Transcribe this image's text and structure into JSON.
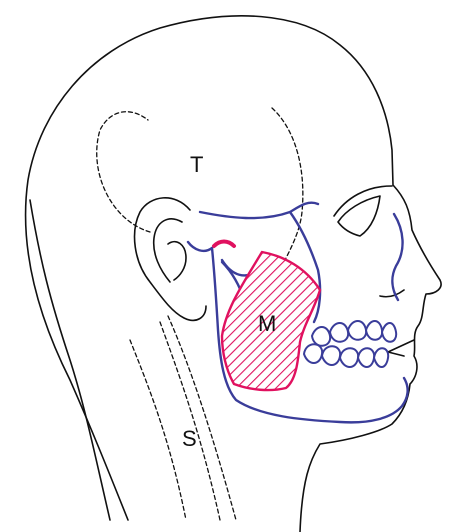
{
  "figure": {
    "labels": {
      "temporalis": "T",
      "masseter": "M",
      "sternocleidomastoid": "S"
    },
    "colors": {
      "outline": "#111111",
      "bone": "#3a3d9a",
      "muscle_highlight": "#e0115f",
      "background": "#ffffff"
    }
  }
}
